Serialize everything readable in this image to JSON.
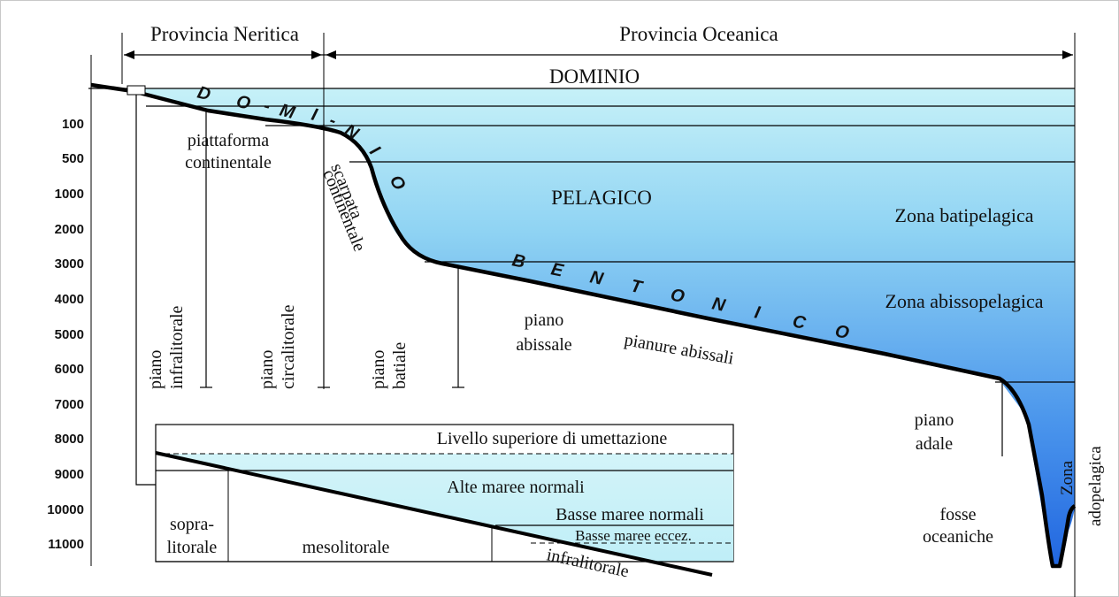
{
  "provinces": {
    "neritica": "Provincia Neritica",
    "oceanica": "Provincia Oceanica"
  },
  "domains": {
    "dominio_top": "DOMINIO",
    "pelagico": "PELAGICO",
    "dominio_letters": [
      "D",
      "O",
      "-",
      "M",
      "I",
      "-",
      "N",
      "I",
      "O"
    ],
    "bentonico_letters": [
      "B",
      "E",
      "N",
      "T",
      "O",
      "N",
      "I",
      "C",
      "O"
    ]
  },
  "depth_ticks": [
    "100",
    "500",
    "1000",
    "2000",
    "3000",
    "4000",
    "5000",
    "6000",
    "7000",
    "8000",
    "9000",
    "10000",
    "11000"
  ],
  "zones": {
    "batipelagica": "Zona batipelagica",
    "abissopelagica": "Zona abissopelagica",
    "adopelagica_1": "Zona",
    "adopelagica_2": "adopelagica"
  },
  "features": {
    "piattaforma_1": "piattaforma",
    "piattaforma_2": "continentale",
    "scarpata_1": "scarpata",
    "scarpata_2": "continentale",
    "pianure": "pianure abissali",
    "fosse_1": "fosse",
    "fosse_2": "oceaniche"
  },
  "piani": {
    "infralitorale_1": "piano",
    "infralitorale_2": "infralitorale",
    "circalitorale_1": "piano",
    "circalitorale_2": "circalitorale",
    "batiale_1": "piano",
    "batiale_2": "batiale",
    "abissale_1": "piano",
    "abissale_2": "abissale",
    "adale_1": "piano",
    "adale_2": "adale"
  },
  "inset": {
    "livello": "Livello superiore di umettazione",
    "alte": "Alte maree normali",
    "basse": "Basse maree normali",
    "basse_ecc": "Basse maree eccez.",
    "sopra_1": "sopra-",
    "sopra_2": "litorale",
    "meso": "mesolitorale",
    "infra": "infralitorale"
  },
  "colors": {
    "water_light": "#c6f1f8",
    "water_deep": "#2a74e6",
    "seabed": "#000000"
  }
}
